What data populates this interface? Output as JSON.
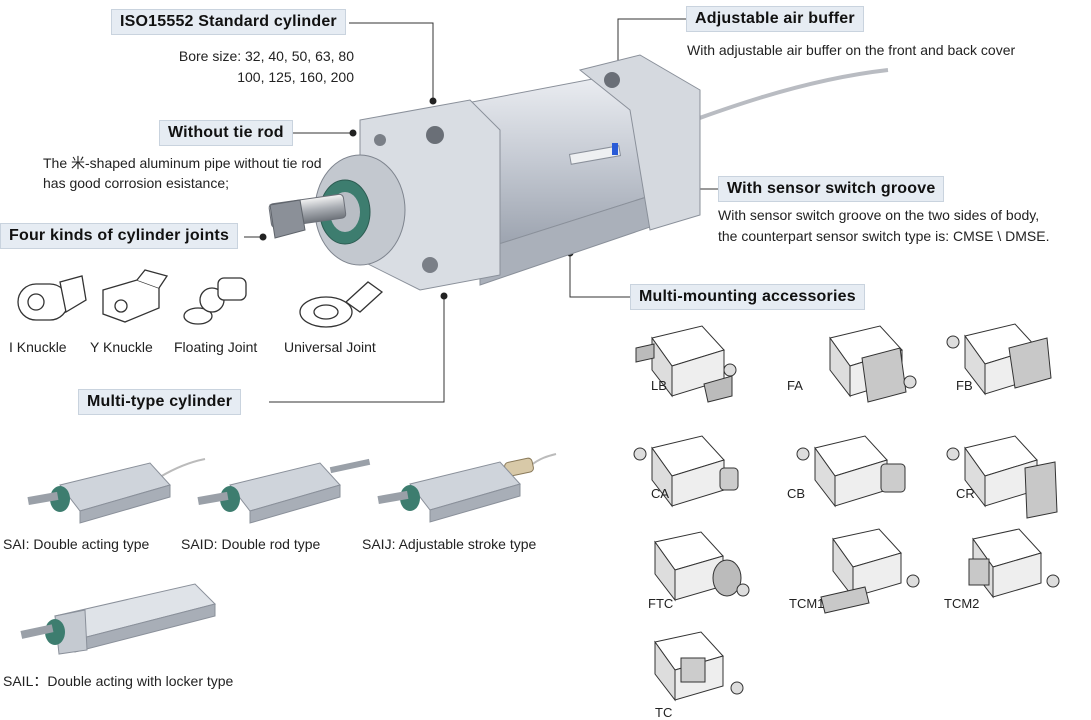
{
  "features": {
    "iso": {
      "title": "ISO15552 Standard cylinder",
      "line1": "Bore size: 32, 40, 50, 63, 80",
      "line2": "100, 125, 160, 200"
    },
    "buffer": {
      "title": "Adjustable air buffer",
      "line1": "With adjustable air buffer on the front and back cover"
    },
    "tierod": {
      "title": "Without tie rod",
      "line1": "The 米-shaped aluminum pipe without tie rod",
      "line2": "has good corrosion esistance;"
    },
    "sensor": {
      "title": "With sensor switch groove",
      "line1": "With sensor switch groove on the two sides of body,",
      "line2": "the counterpart sensor switch type is: CMSE \\ DMSE."
    },
    "joints": {
      "title": "Four kinds of cylinder joints",
      "items": [
        "I Knuckle",
        "Y Knuckle",
        "Floating Joint",
        "Universal Joint"
      ]
    },
    "mounting": {
      "title": "Multi-mounting accessories",
      "items": [
        "LB",
        "FA",
        "FB",
        "CA",
        "CB",
        "CR",
        "FTC",
        "TCM1",
        "TCM2",
        "TC"
      ]
    },
    "multitype": {
      "title": "Multi-type cylinder",
      "items": [
        "SAI: Double acting type",
        "SAID: Double rod type",
        "SAIJ: Adjustable stroke type",
        "SAIL：Double acting with locker type"
      ]
    }
  },
  "colors": {
    "label_bg": "#e6ecf3",
    "aluminum": "#c9ced6",
    "leader": "#333333"
  }
}
